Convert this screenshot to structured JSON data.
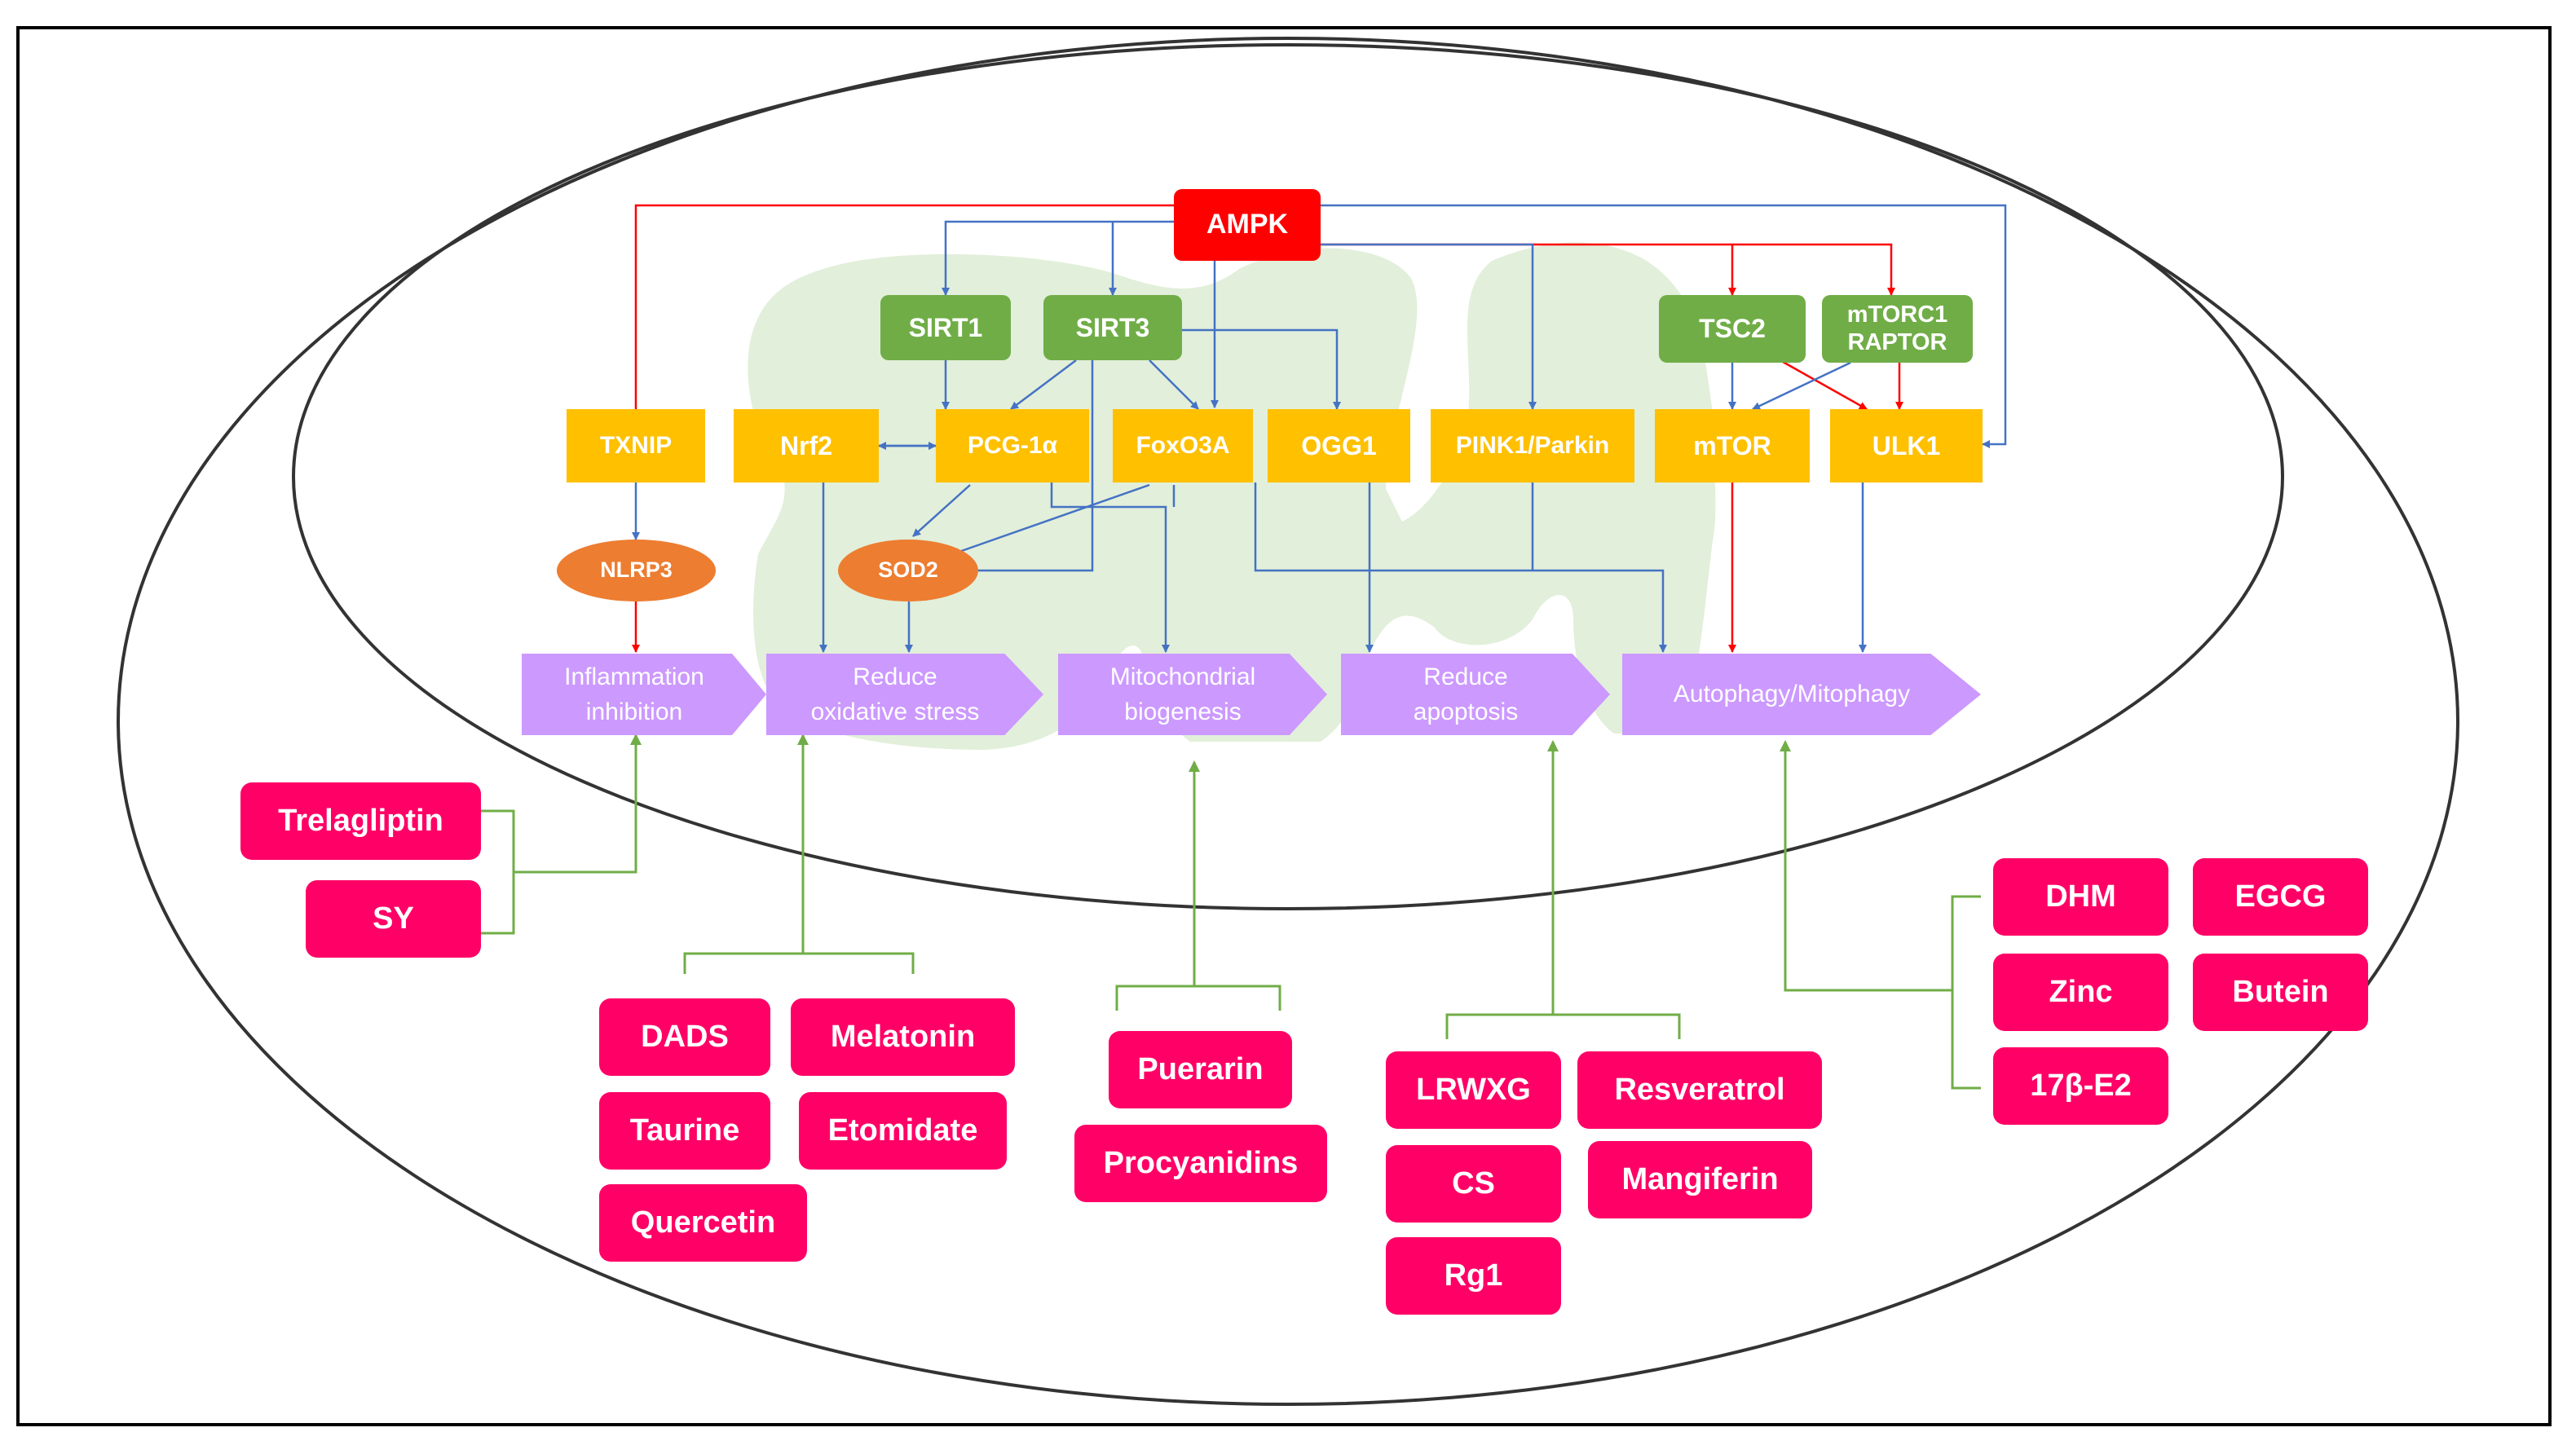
{
  "colors": {
    "inhibit_arrow": "#ff0000",
    "activate_arrow": "#4472c4",
    "drug_connector": "#70ad47",
    "mitochondrion": "#e2efda",
    "ampk": "#ff0000",
    "sirt_tsc": "#70ad47",
    "effector": "#ffc000",
    "ellipse_nodes": "#ed7d31",
    "outcome": "#cc99ff",
    "drug": "#ff0066"
  },
  "nodes": {
    "ampk": "AMPK",
    "sirt1": "SIRT1",
    "sirt3": "SIRT3",
    "tsc2": "TSC2",
    "mtorc1": "mTORC1\nRAPTOR",
    "txnip": "TXNIP",
    "nrf2": "Nrf2",
    "pgc1a": "PCG-1α",
    "foxo3a": "FoxO3A",
    "ogg1": "OGG1",
    "pink1": "PINK1/Parkin",
    "mtor": "mTOR",
    "ulk1": "ULK1",
    "nlrp3": "NLRP3",
    "sod2": "SOD2"
  },
  "outcomes": {
    "inflammation": "Inflammation\ninhibition",
    "oxidative": "Reduce\noxidative stress",
    "biogenesis": "Mitochondrial\nbiogenesis",
    "apoptosis": "Reduce\napoptosis",
    "autophagy": "Autophagy/Mitophagy"
  },
  "drugs": {
    "trelagliptin": "Trelagliptin",
    "sy": "SY",
    "dads": "DADS",
    "melatonin": "Melatonin",
    "taurine": "Taurine",
    "etomidate": "Etomidate",
    "quercetin": "Quercetin",
    "puerarin": "Puerarin",
    "procyanidins": "Procyanidins",
    "lrwxg": "LRWXG",
    "resveratrol": "Resveratrol",
    "cs": "CS",
    "mangiferin": "Mangiferin",
    "rg1": "Rg1",
    "dhm": "DHM",
    "egcg": "EGCG",
    "zinc": "Zinc",
    "butein": "Butein",
    "e2": "17β-E2"
  }
}
